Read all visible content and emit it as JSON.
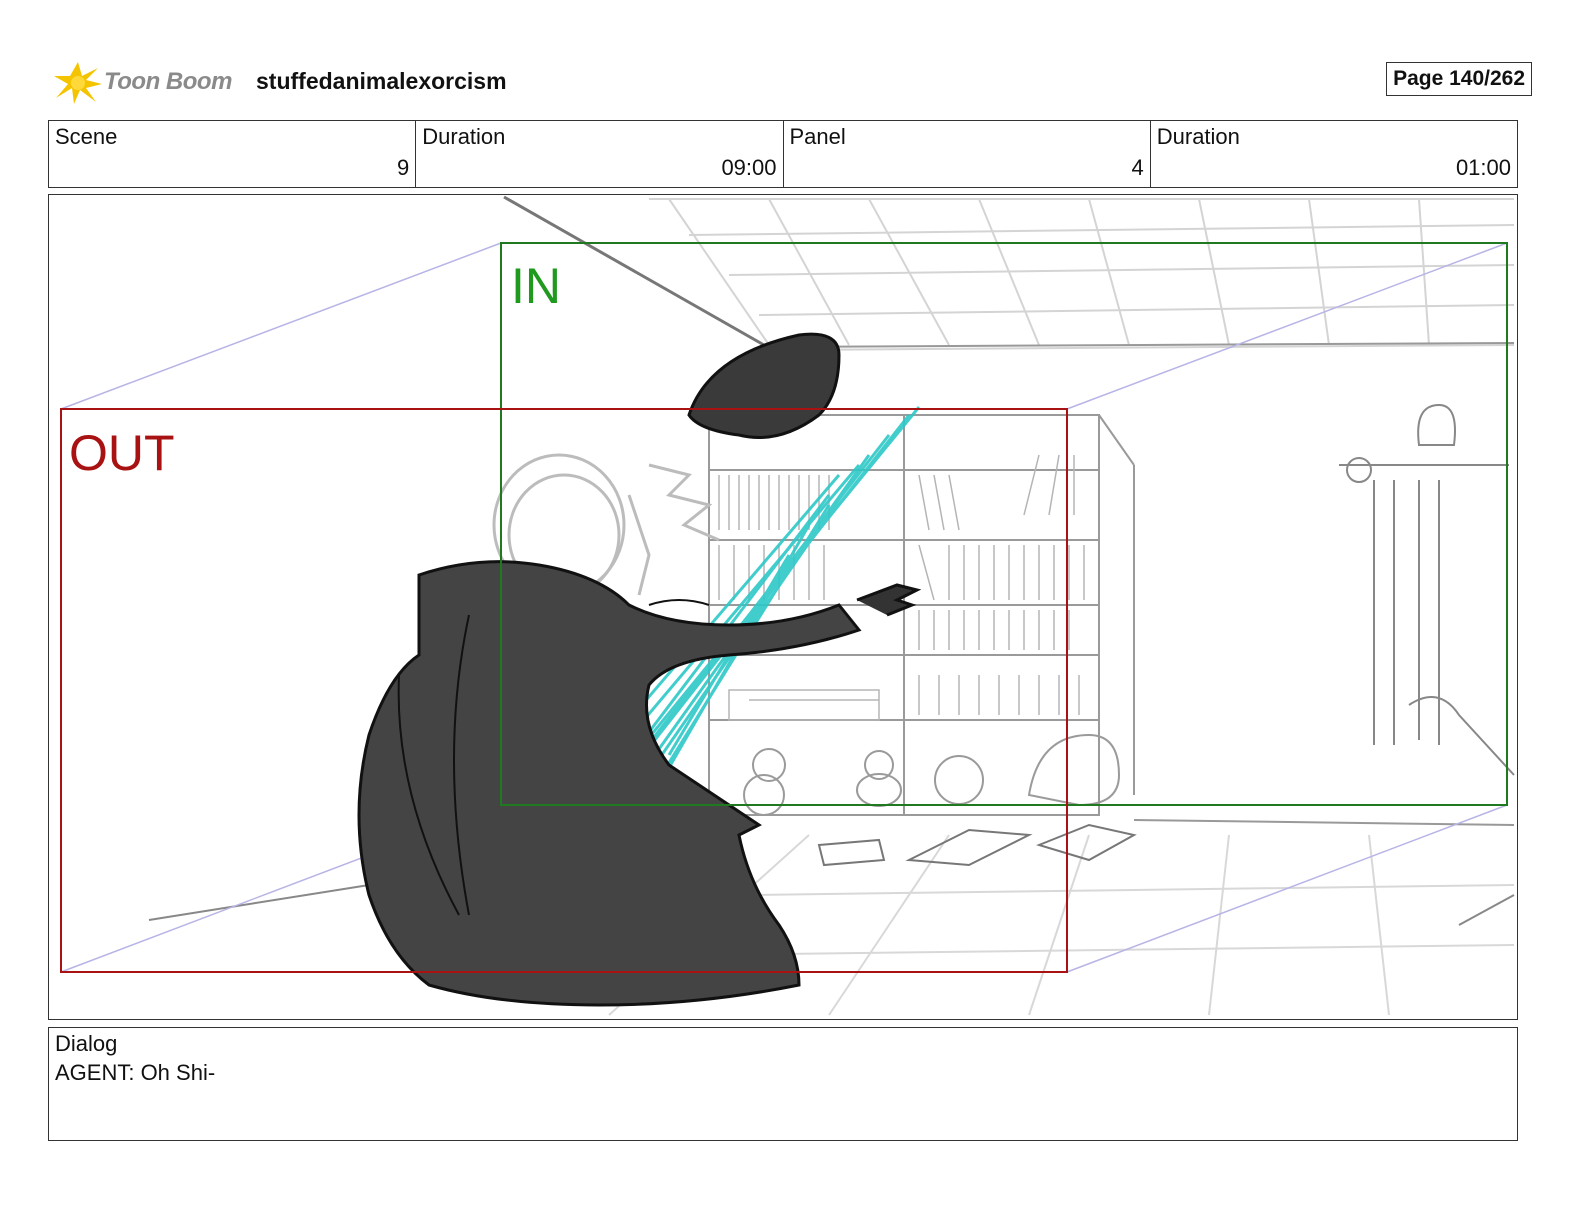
{
  "header": {
    "logo_text": "Toon Boom",
    "project_title": "stuffedanimalexorcism",
    "page": "Page 140/262"
  },
  "info": {
    "scene_label": "Scene",
    "scene_value": "9",
    "scene_duration_label": "Duration",
    "scene_duration_value": "09:00",
    "panel_label": "Panel",
    "panel_value": "4",
    "panel_duration_label": "Duration",
    "panel_duration_value": "01:00"
  },
  "panel_frame": {
    "in_label": "IN",
    "out_label": "OUT",
    "in_color": "#1f8a1f",
    "out_color": "#a81212",
    "beam_color": "#2ec8c8"
  },
  "dialog": {
    "label": "Dialog",
    "text": "AGENT: Oh Shi-"
  }
}
